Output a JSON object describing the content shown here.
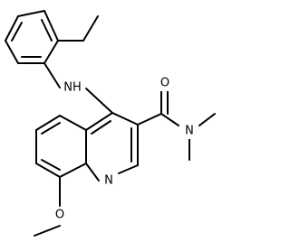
{
  "molecule": {
    "atom_labels": {
      "amine": "NH",
      "amide_oxygen": "O",
      "amide_nitrogen": "N",
      "ring_nitrogen": "N",
      "ether_oxygen": "O"
    },
    "bond_color": "#000000",
    "background": "#ffffff"
  }
}
